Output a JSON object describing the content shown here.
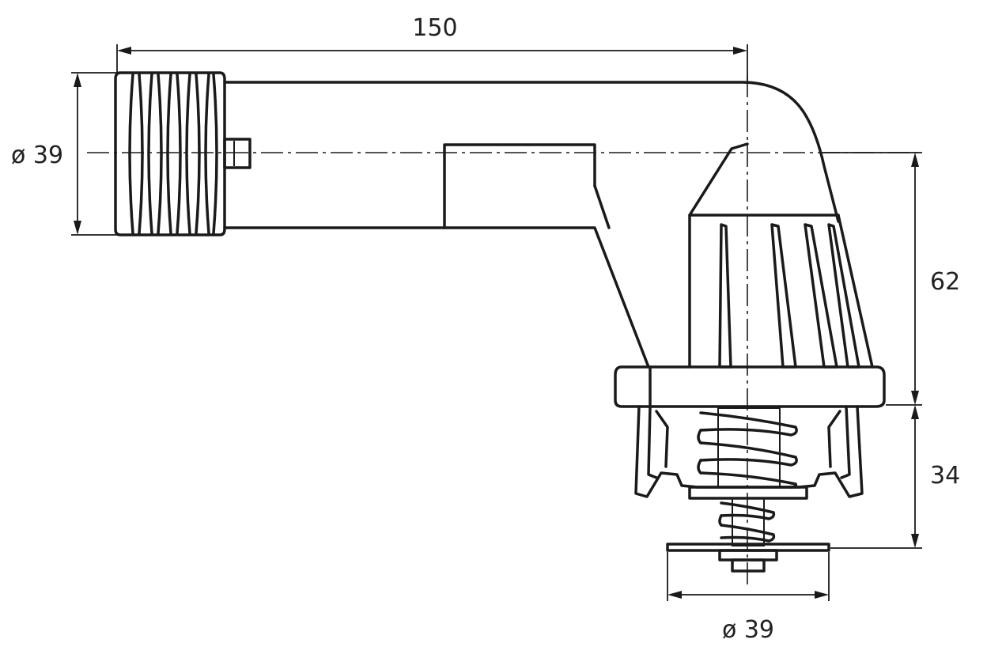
{
  "dimensions": {
    "length": "150",
    "inlet_diameter": "ø 39",
    "height_upper": "62",
    "height_lower": "34",
    "valve_diameter": "ø 39"
  }
}
